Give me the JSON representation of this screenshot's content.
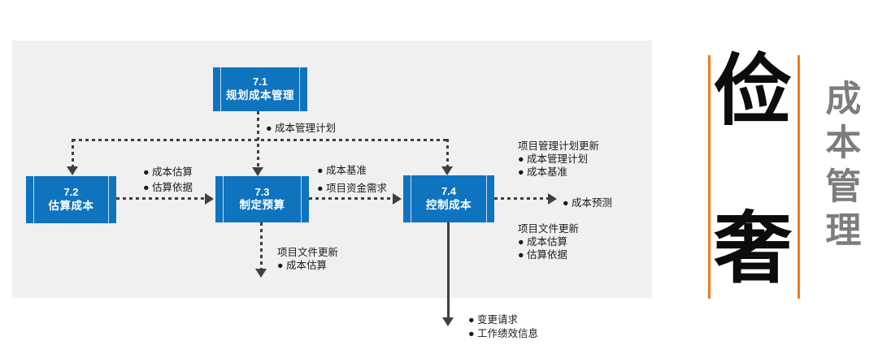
{
  "diagram": {
    "processes": [
      {
        "id": "7.1",
        "name": "规划成本管理"
      },
      {
        "id": "7.2",
        "name": "估算成本"
      },
      {
        "id": "7.3",
        "name": "制定预算"
      },
      {
        "id": "7.4",
        "name": "控制成本"
      }
    ],
    "flow_labels": {
      "from_71": "●  成本管理计划",
      "between_72_73": [
        "● 成本估算",
        "● 估算依据"
      ],
      "between_73_74": [
        "● 成本基准",
        "● 项目资金需求"
      ],
      "below_73": [
        "项目文件更新",
        "● 成本估算"
      ],
      "right_74": "●  成本预测",
      "outputs_74_top": [
        "项目管理计划更新",
        "● 成本管理计划",
        "● 成本基准"
      ],
      "outputs_74_bottom": [
        "项目文件更新",
        "● 成本估算",
        "● 估算依据"
      ],
      "below_74": [
        "● 变更请求",
        "● 工作绩效信息"
      ]
    }
  },
  "sidebar": {
    "big_char_top": "俭",
    "big_char_bottom": "奢",
    "vertical_title": "成本管理"
  },
  "colors": {
    "process_box_blue": "#0f74c0",
    "panel_gray": "#f0f0f0",
    "connector_dark": "#3f3f3f",
    "accent_orange": "#f5791d",
    "side_title_gray": "#7d7d7d"
  }
}
